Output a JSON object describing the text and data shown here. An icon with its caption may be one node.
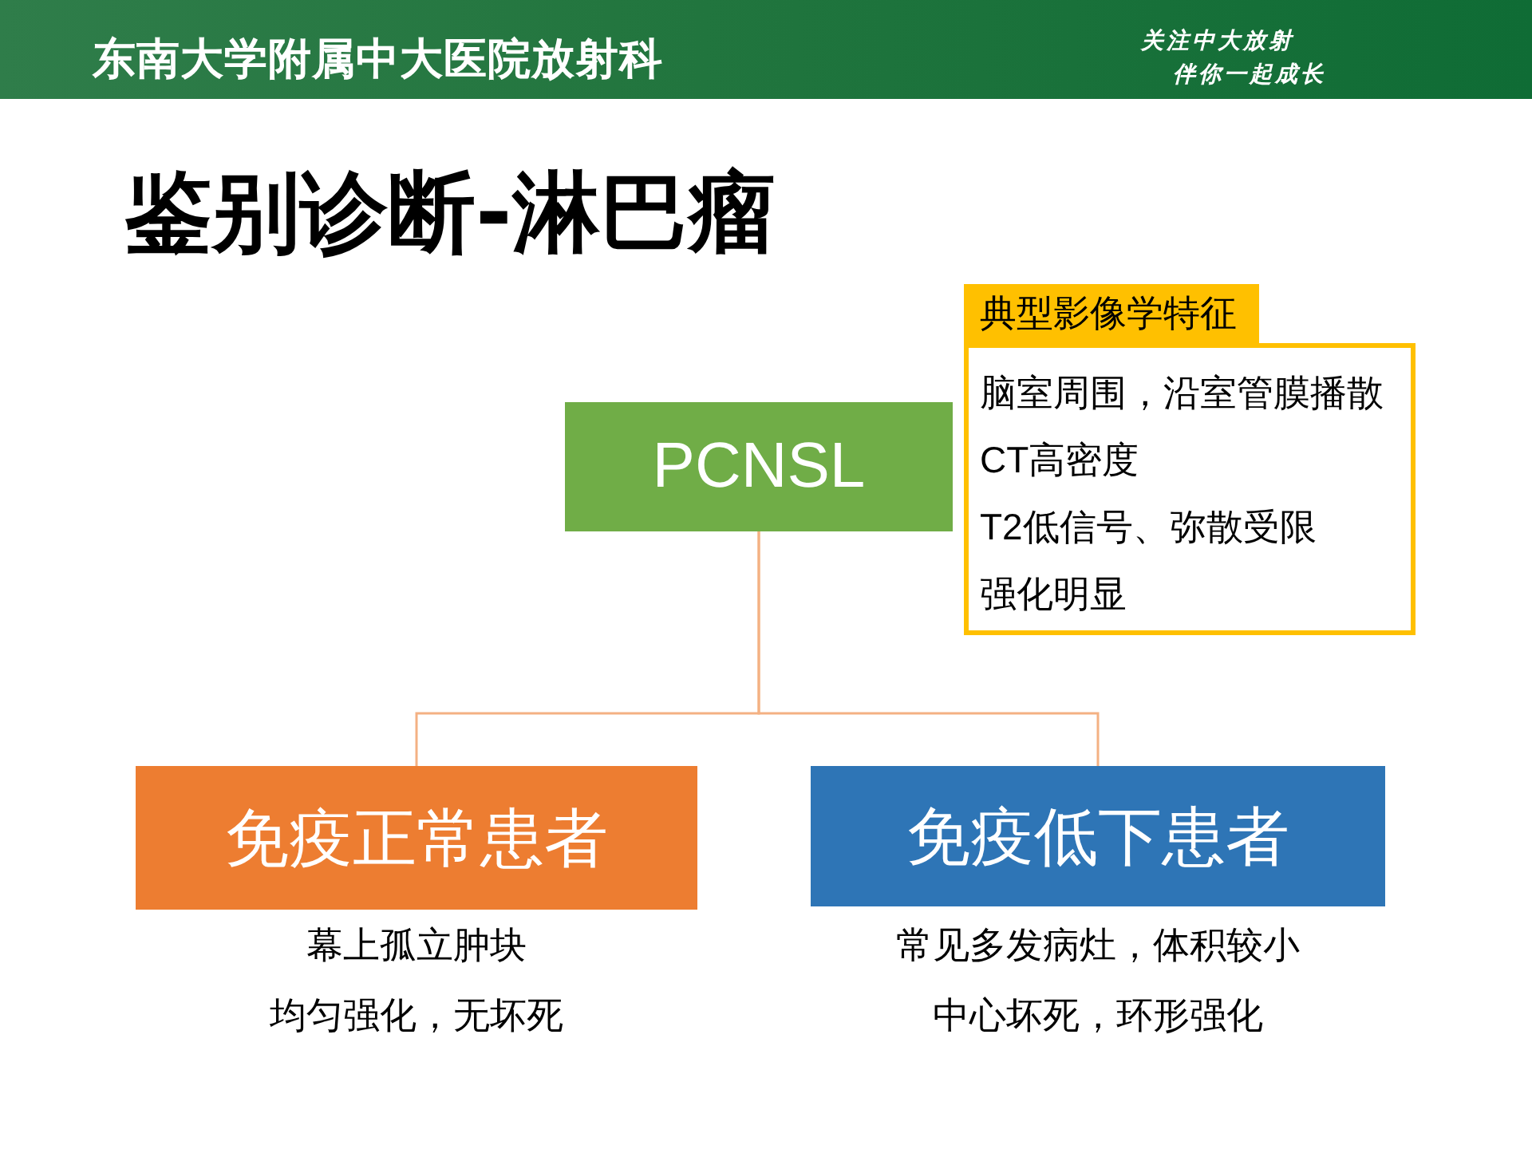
{
  "diagram": {
    "title": "鉴别诊断-淋巴瘤",
    "nodes": [
      {
        "text": [
          "PCNSL"
        ]
      },
      {
        "text": [
          "典型影像学特征",
          "脑室周围，沿室管膜播散",
          "CT高密度",
          "T2低信号、弥散受限",
          "强化明显"
        ]
      },
      {
        "text": [
          "免疫正常患者"
        ],
        "beside": [
          "幕上孤立肿块",
          "均匀强化，无坏死"
        ]
      },
      {
        "text": [
          "免疫低下患者"
        ],
        "beside": [
          "常见多发病灶，体积较小",
          "中心坏死，环形强化"
        ]
      }
    ],
    "edges": [
      {
        "from": 0,
        "to": 2,
        "arrow": "none"
      },
      {
        "from": 0,
        "to": 3,
        "arrow": "none"
      }
    ],
    "labels": [
      "东南大学附属中大医院放射科",
      "关注中大放射",
      "伴你一起成长"
    ]
  }
}
